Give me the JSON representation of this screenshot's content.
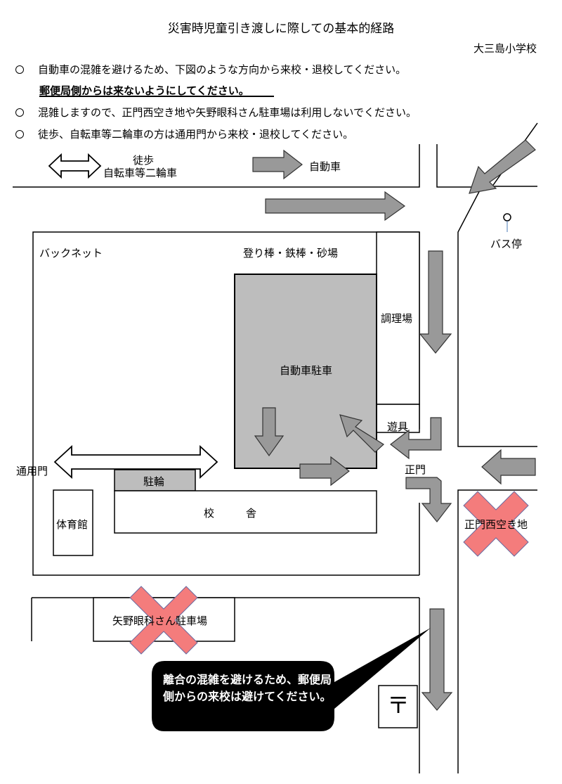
{
  "header": {
    "title": "災害時児童引き渡しに際しての基本的経路",
    "school": "大三島小学校"
  },
  "notes": [
    "自動車の混雑を避けるため、下図のような方向から来校・退校してください。",
    "混雑しますので、正門西空き地や矢野眼科さん駐車場は利用しないでください。",
    "徒歩、自転車等二輪車の方は通用門から来校・退校してください。"
  ],
  "emphasis": "郵便局側からは来ないようにしてください。",
  "legend": {
    "walk_line1": "徒歩",
    "walk_line2": "自転車等二輪車",
    "car": "自動車"
  },
  "map": {
    "bus_stop": "バス停",
    "backnet": "バックネット",
    "playground": "登り棒・鉄棒・砂場",
    "kitchen": "調理場",
    "parking": "自動車駐車",
    "playset": "遊具",
    "main_gate": "正門",
    "side_gate": "通用門",
    "bike_parking": "駐輪",
    "gym": "体育館",
    "school_building": "校　　　舎",
    "vacant_lot": "正門西空き地",
    "clinic_parking": "矢野眼科さん駐車場",
    "post_office_symbol": "〒"
  },
  "callout": "離合の混雑を避けるため、郵便局側からの来校は避けてください。",
  "colors": {
    "arrow_fill": "#999999",
    "parking_fill": "#bdbdbd",
    "cross": "#f47c7c",
    "callout_bg": "#000000"
  }
}
